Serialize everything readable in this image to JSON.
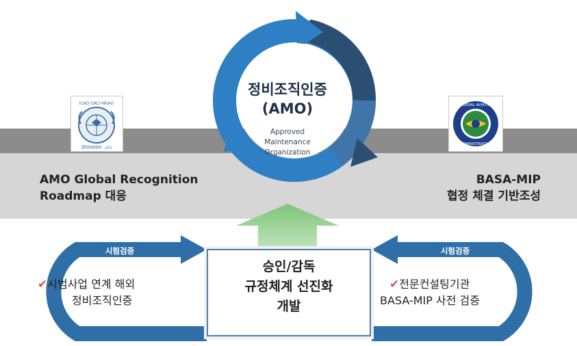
{
  "center_cycle": {
    "title_ko": "정비조직인증",
    "title_abbr": "(AMO)",
    "subtitle_line1": "Approved",
    "subtitle_line2": "Maintenance",
    "subtitle_line3": "Organization"
  },
  "left_panel": {
    "line1": "AMO Global Recognition",
    "line2": "Roadmap 대응"
  },
  "right_panel": {
    "line1": "BASA-MIP",
    "line2": "협정 체결 기반조성"
  },
  "center_box": {
    "line1": "승인/감독",
    "line2": "규정체계 선진화",
    "line3": "개발"
  },
  "left_loop": {
    "label": "시험검증",
    "item_line1": "시범사업 연계 해외",
    "item_line2": "정비조직인증"
  },
  "right_loop": {
    "label": "시험검증",
    "item_line1": "전문컨설팅기관",
    "item_line2": "BASA-MIP 사전 검증"
  },
  "colors": {
    "cycle_blue": "#2f7fc4",
    "cycle_dark": "#2b4f73",
    "loop_blue": "#2e6fa8",
    "up_arrow_green": "#9fd39a",
    "band_dark": "#8c8c8c",
    "band_light": "#d6d6d6",
    "check_red": "#d9534f"
  },
  "icons": [
    "icao-logo-icon",
    "faa-logo-icon",
    "check-icon",
    "circular-arrows-icon",
    "up-arrow-icon"
  ]
}
